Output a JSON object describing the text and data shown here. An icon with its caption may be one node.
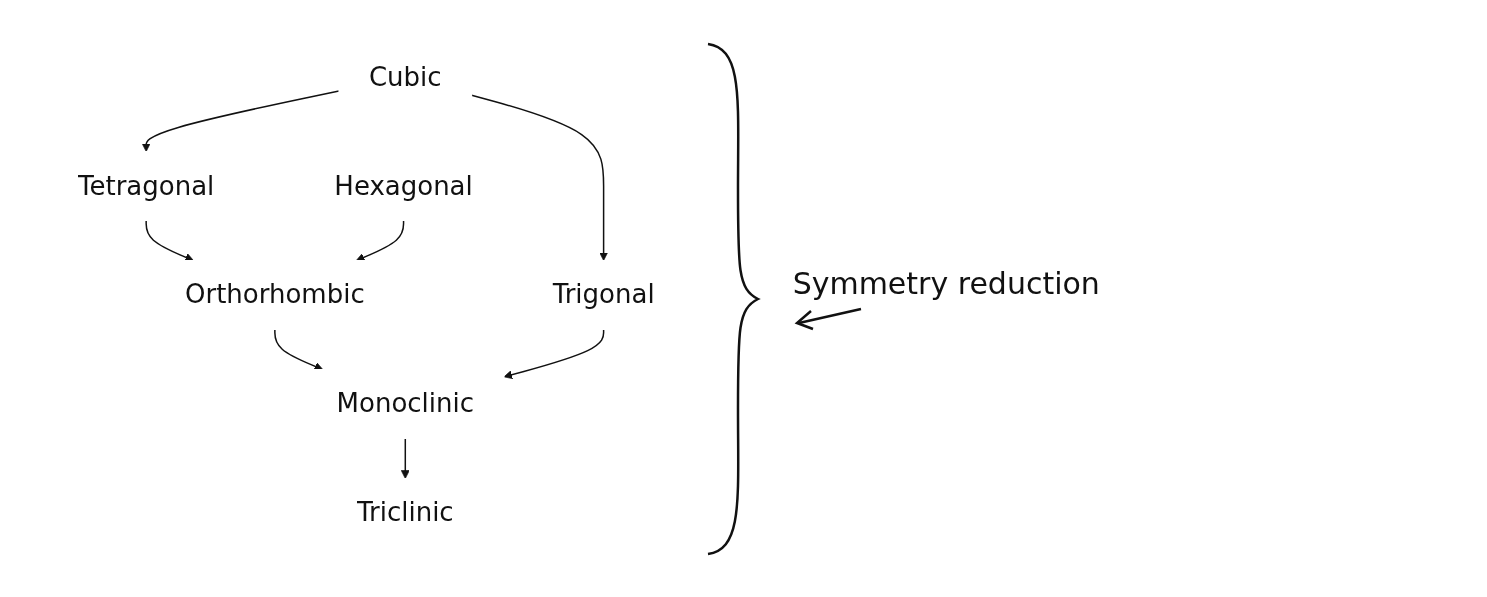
{
  "diagram": {
    "nodes": [
      {
        "text": [
          "Cubic"
        ]
      },
      {
        "text": [
          "Hexagonal"
        ]
      },
      {
        "text": [
          "Tetragonal"
        ]
      },
      {
        "text": [
          "Trigonal"
        ]
      },
      {
        "text": [
          "Orthorhombic"
        ]
      },
      {
        "text": [
          "Monoclinic"
        ]
      },
      {
        "text": [
          "Triclinic"
        ]
      }
    ],
    "edges": [
      {
        "from": 0,
        "to": 3,
        "arrow": "to"
      },
      {
        "from": 0,
        "to": 2,
        "arrow": "to"
      },
      {
        "from": 2,
        "to": 4,
        "arrow": "to"
      },
      {
        "from": 1,
        "to": 4,
        "arrow": "to"
      },
      {
        "from": 4,
        "to": 5,
        "arrow": "to"
      },
      {
        "from": 3,
        "to": 5,
        "arrow": "to"
      },
      {
        "from": 5,
        "to": 6,
        "arrow": "to"
      }
    ],
    "labels": [
      "Symmetry reduction"
    ]
  }
}
